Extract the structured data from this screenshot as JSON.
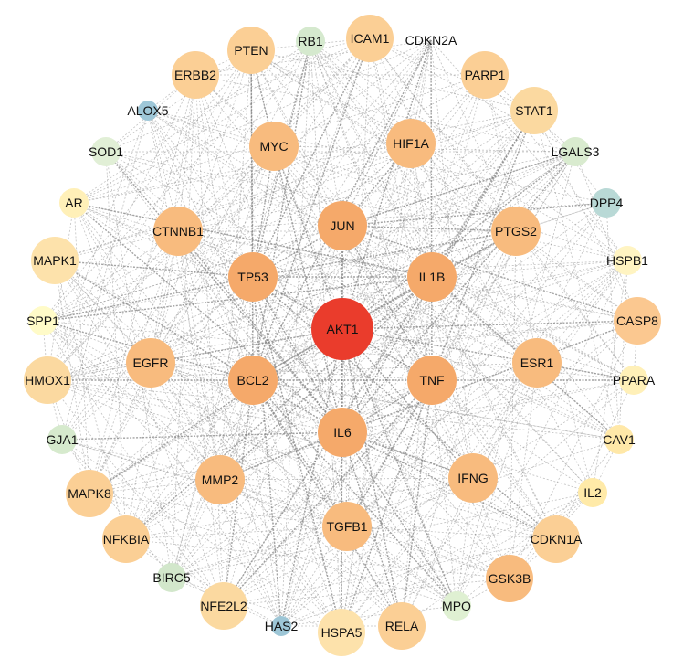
{
  "nodes": [
    {
      "id": "AKT1",
      "label": "AKT1",
      "color": "#ea3c2c",
      "size": 5
    },
    {
      "id": "JUN",
      "label": "JUN",
      "color": "#f5a96a",
      "size": 4
    },
    {
      "id": "IL1B",
      "label": "IL1B",
      "color": "#f5a96a",
      "size": 4
    },
    {
      "id": "TNF",
      "label": "TNF",
      "color": "#f5a96a",
      "size": 4
    },
    {
      "id": "IL6",
      "label": "IL6",
      "color": "#f5a96a",
      "size": 4
    },
    {
      "id": "BCL2",
      "label": "BCL2",
      "color": "#f5a96a",
      "size": 4
    },
    {
      "id": "TP53",
      "label": "TP53",
      "color": "#f5a96a",
      "size": 4
    },
    {
      "id": "HIF1A",
      "label": "HIF1A",
      "color": "#f8bb7e",
      "size": 3
    },
    {
      "id": "PTGS2",
      "label": "PTGS2",
      "color": "#f8bb7e",
      "size": 3
    },
    {
      "id": "ESR1",
      "label": "ESR1",
      "color": "#f8bb7e",
      "size": 3
    },
    {
      "id": "IFNG",
      "label": "IFNG",
      "color": "#f8bb7e",
      "size": 3
    },
    {
      "id": "TGFB1",
      "label": "TGFB1",
      "color": "#f8bb7e",
      "size": 3
    },
    {
      "id": "MMP2",
      "label": "MMP2",
      "color": "#f8bb7e",
      "size": 3
    },
    {
      "id": "EGFR",
      "label": "EGFR",
      "color": "#f8bb7e",
      "size": 3
    },
    {
      "id": "CTNNB1",
      "label": "CTNNB1",
      "color": "#f8bb7e",
      "size": 3
    },
    {
      "id": "MYC",
      "label": "MYC",
      "color": "#f8bb7e",
      "size": 3
    },
    {
      "id": "ICAM1",
      "label": "ICAM1",
      "color": "#fbcf95",
      "size": 2
    },
    {
      "id": "CDKN2A",
      "label": "CDKN2A",
      "color": "#ffffff",
      "size": 0
    },
    {
      "id": "PARP1",
      "label": "PARP1",
      "color": "#fbcf95",
      "size": 2
    },
    {
      "id": "STAT1",
      "label": "STAT1",
      "color": "#fbd9a0",
      "size": 2
    },
    {
      "id": "LGALS3",
      "label": "LGALS3",
      "color": "#d9ebcf",
      "size": 1
    },
    {
      "id": "DPP4",
      "label": "DPP4",
      "color": "#b9d9d6",
      "size": 1
    },
    {
      "id": "HSPB1",
      "label": "HSPB1",
      "color": "#fff4c2",
      "size": 1
    },
    {
      "id": "CASP8",
      "label": "CASP8",
      "color": "#fbc890",
      "size": 2
    },
    {
      "id": "PPARA",
      "label": "PPARA",
      "color": "#fff0b8",
      "size": 1
    },
    {
      "id": "CAV1",
      "label": "CAV1",
      "color": "#ffe8a8",
      "size": 1
    },
    {
      "id": "IL2",
      "label": "IL2",
      "color": "#ffeaa8",
      "size": 1
    },
    {
      "id": "CDKN1A",
      "label": "CDKN1A",
      "color": "#fbcf95",
      "size": 2
    },
    {
      "id": "GSK3B",
      "label": "GSK3B",
      "color": "#f8bb7e",
      "size": 2
    },
    {
      "id": "MPO",
      "label": "MPO",
      "color": "#dff0d2",
      "size": 1
    },
    {
      "id": "RELA",
      "label": "RELA",
      "color": "#fbcf95",
      "size": 2
    },
    {
      "id": "HSPA5",
      "label": "HSPA5",
      "color": "#fde2ab",
      "size": 2
    },
    {
      "id": "HAS2",
      "label": "HAS2",
      "color": "#9dc6d6",
      "size": 0
    },
    {
      "id": "NFE2L2",
      "label": "NFE2L2",
      "color": "#fbd9a0",
      "size": 2
    },
    {
      "id": "BIRC5",
      "label": "BIRC5",
      "color": "#d2e7cb",
      "size": 1
    },
    {
      "id": "NFKBIA",
      "label": "NFKBIA",
      "color": "#fbcf95",
      "size": 2
    },
    {
      "id": "MAPK8",
      "label": "MAPK8",
      "color": "#fbcf95",
      "size": 2
    },
    {
      "id": "GJA1",
      "label": "GJA1",
      "color": "#d6eacd",
      "size": 1
    },
    {
      "id": "HMOX1",
      "label": "HMOX1",
      "color": "#fbd9a0",
      "size": 2
    },
    {
      "id": "SPP1",
      "label": "SPP1",
      "color": "#fffbc8",
      "size": 1
    },
    {
      "id": "MAPK1",
      "label": "MAPK1",
      "color": "#fde2ab",
      "size": 2
    },
    {
      "id": "AR",
      "label": "AR",
      "color": "#fff0b8",
      "size": 1
    },
    {
      "id": "SOD1",
      "label": "SOD1",
      "color": "#e1efd6",
      "size": 1
    },
    {
      "id": "ALOX5",
      "label": "ALOX5",
      "color": "#9ec7d8",
      "size": 0
    },
    {
      "id": "ERBB2",
      "label": "ERBB2",
      "color": "#fbcf95",
      "size": 2
    },
    {
      "id": "PTEN",
      "label": "PTEN",
      "color": "#fbcf95",
      "size": 2
    },
    {
      "id": "RB1",
      "label": "RB1",
      "color": "#d5e9ce",
      "size": 1
    }
  ]
}
